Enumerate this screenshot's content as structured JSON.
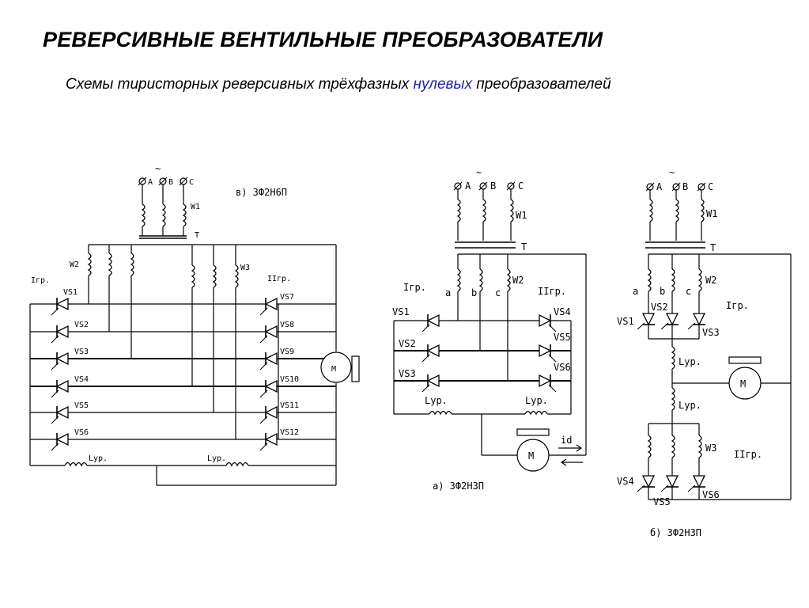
{
  "page": {
    "title": "РЕВЕРСИВНЫЕ ВЕНТИЛЬНЫЕ ПРЕОБРАЗОВАТЕЛИ",
    "subtitle_before": "Схемы тиристорных реверсивных трёхфазных ",
    "subtitle_highlight": "нулевых",
    "subtitle_after": " преобразователей",
    "highlight_color": "#1f23b5"
  },
  "diagram_a": {
    "caption": "а) 3Ф2Н3П",
    "supply": "~",
    "phases": [
      "A",
      "B",
      "C"
    ],
    "primary_winding": "W1",
    "transformer": "T",
    "secondary_winding": "W2",
    "secondary_phases": [
      "a",
      "b",
      "c"
    ],
    "group_forward": "Iгр.",
    "group_reverse": "IIгр.",
    "thyristors_forward": [
      "VS1",
      "VS2",
      "VS3"
    ],
    "thyristors_reverse": [
      "VS4",
      "VS5",
      "VS6"
    ],
    "reactor_left": "Lур.",
    "reactor_right": "Lур.",
    "motor": "M",
    "current": "id"
  },
  "diagram_b": {
    "caption": "б) 3Ф2Н3П",
    "supply": "~",
    "phases": [
      "A",
      "B",
      "C"
    ],
    "primary_winding": "W1",
    "transformer": "T",
    "secondary_winding": "W2",
    "tertiary_winding": "W3",
    "secondary_phases": [
      "a",
      "b",
      "c"
    ],
    "group_forward": "Iгр.",
    "group_reverse": "IIгр.",
    "thyristors_forward": [
      "VS1",
      "VS2",
      "VS3"
    ],
    "thyristors_reverse": [
      "VS4",
      "VS5",
      "VS6"
    ],
    "reactor_top": "Lур.",
    "reactor_bottom": "Lур.",
    "motor": "M"
  },
  "diagram_c": {
    "caption": "в) 3Ф2Н6П",
    "supply": "~",
    "phases": [
      "A",
      "B",
      "C"
    ],
    "primary_winding": "W1",
    "transformer": "T",
    "secondary_winding": "W2",
    "tertiary_winding": "W3",
    "group_forward": "Iгр.",
    "group_reverse": "IIгр.",
    "thyristors_forward": [
      "VS1",
      "VS2",
      "VS3",
      "VS4",
      "VS5",
      "VS6"
    ],
    "thyristors_reverse": [
      "VS7",
      "VS8",
      "VS9",
      "VS10",
      "VS11",
      "VS12"
    ],
    "reactor_left": "Lур.",
    "reactor_right": "Lур.",
    "motor": "M"
  }
}
